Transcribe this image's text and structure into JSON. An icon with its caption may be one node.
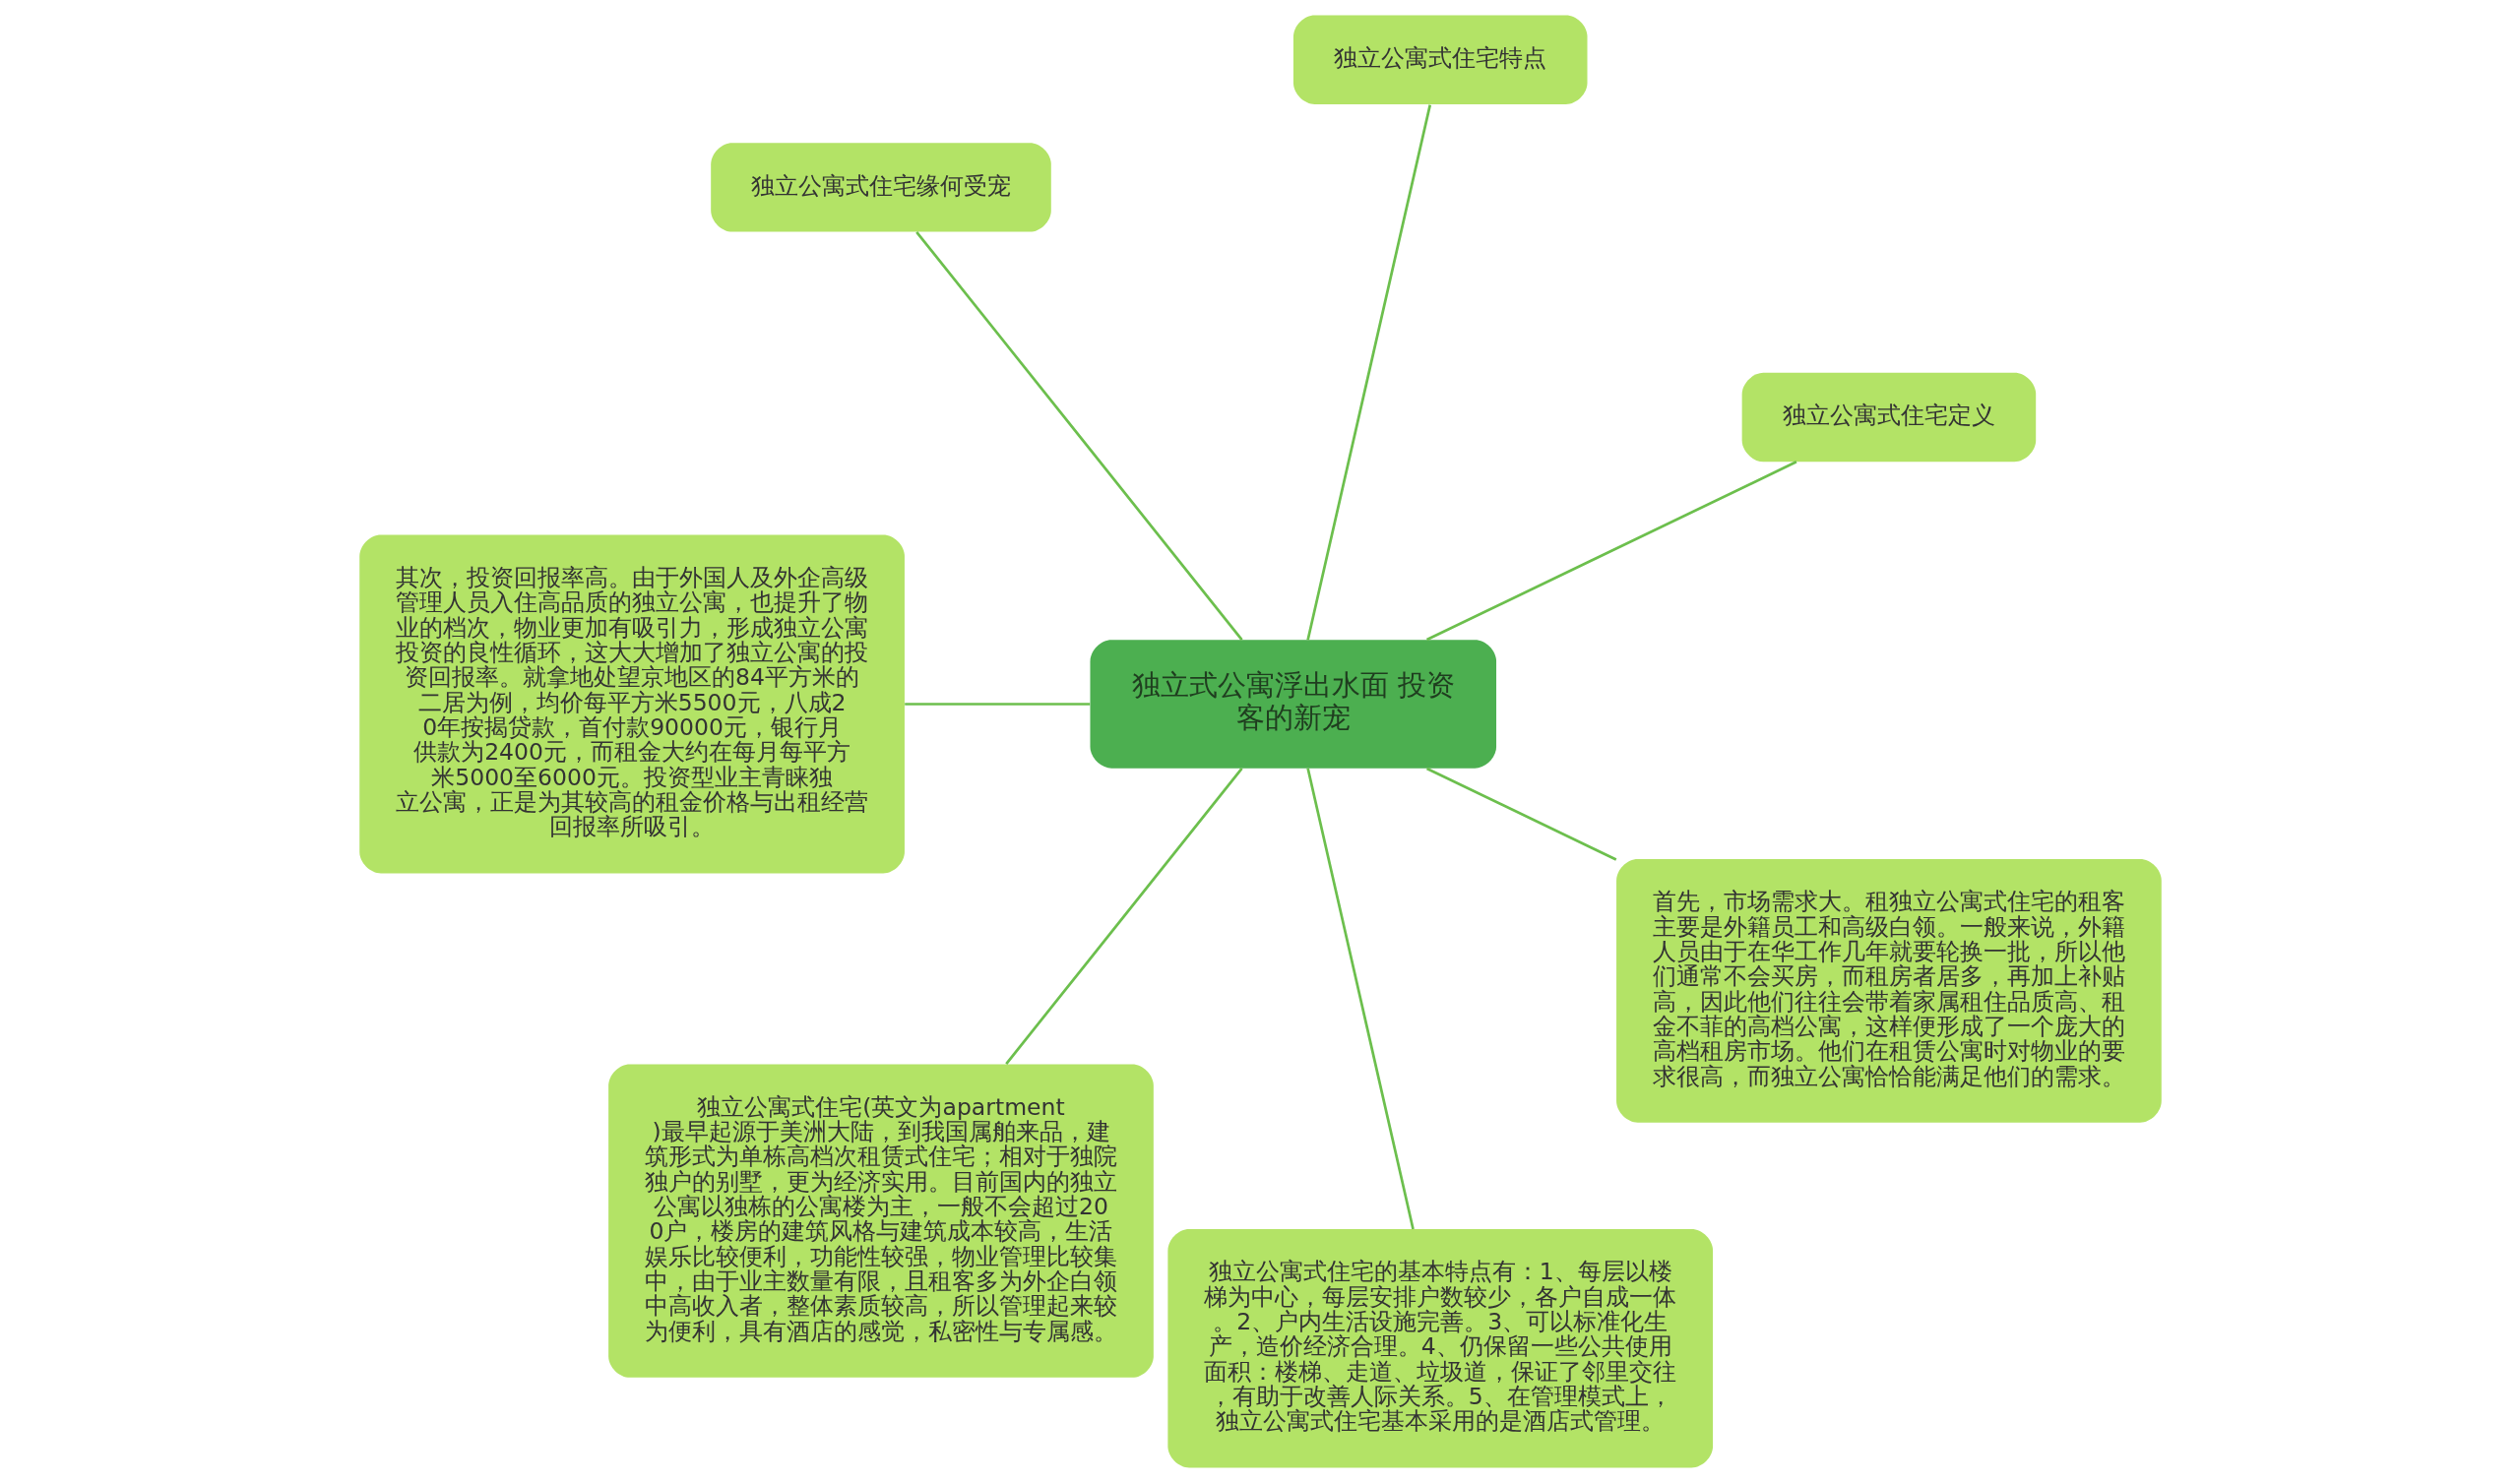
{
  "diagram": {
    "nodes": [
      {
        "text": [
          "独立式公寓浮出水面 投资客的新宠"
        ]
      },
      {
        "text": [
          "独立公寓式住宅定义"
        ]
      },
      {
        "text": [
          "独立公寓式住宅特点"
        ]
      },
      {
        "text": [
          "独立公寓式住宅缘何受宠"
        ]
      },
      {
        "text": [
          "其次，投资回报率高。由于外国人及外企高级管理人员入住高品质的独立公寓，也提升了物业的档次，物业更加有吸引力，形成独立公寓投资的良性循环，这大大增加了独立公寓的投资回报率。就拿地处望京地区的84平方米的二居为例，均价每平方米5500元，八成20年按揭贷款，首付款90000元，银行月供款为2400元，而租金大约在每月每平方米5000至6000元。投资型业主青睐独立公寓，正是为其较高的租金价格与出租经营回报率所吸引。"
        ]
      },
      {
        "text": [
          "独立公寓式住宅(英文为apartment)最早起源于美洲大陆，到我国属舶来品，建筑形式为单栋高档次租赁式住宅；相对于独院独户的别墅，更为经济实用。目前国内的独立公寓以独栋的公寓楼为主，一般不会超过200户，楼房的建筑风格与建筑成本较高，生活娱乐比较便利，功能性较强，物业管理比较集中，由于业主数量有限，且租客多为外企白领中高收入者，整体素质较高，所以管理起来较为便利，具有酒店的感觉，私密性与专属感。"
        ]
      },
      {
        "text": [
          "独立公寓式住宅的基本特点有：1、每层以楼梯为中心，每层安排户数较少，各户自成一体。2、户内生活设施完善。3、可以标准化生产，造价经济合理。4、仍保留一些公共使用面积：楼梯、走道、垃圾道，保证了邻里交往，有助于改善人际关系。5、在管理模式上，独立公寓式住宅基本采用的是酒店式管理。"
        ]
      },
      {
        "text": [
          "首先，市场需求大。租独立公寓式住宅的租客主要是外籍员工和高级白领。一般来说，外籍人员由于在华工作几年就要轮换一批，所以他们通常不会买房，而租房者居多，再加上补贴高，因此他们往往会带着家属租住品质高、租金不菲的高档公寓，这样便形成了一个庞大的高档租房市场。他们在租赁公寓时对物业的要求很高，而独立公寓恰恰能满足他们的需求。"
        ]
      }
    ],
    "edges": [
      {
        "from": 0,
        "to": 1,
        "arrow": "none"
      },
      {
        "from": 0,
        "to": 2,
        "arrow": "none"
      },
      {
        "from": 0,
        "to": 3,
        "arrow": "none"
      },
      {
        "from": 0,
        "to": 4,
        "arrow": "none"
      },
      {
        "from": 0,
        "to": 5,
        "arrow": "none"
      },
      {
        "from": 0,
        "to": 6,
        "arrow": "none"
      },
      {
        "from": 0,
        "to": 7,
        "arrow": "none"
      }
    ]
  }
}
